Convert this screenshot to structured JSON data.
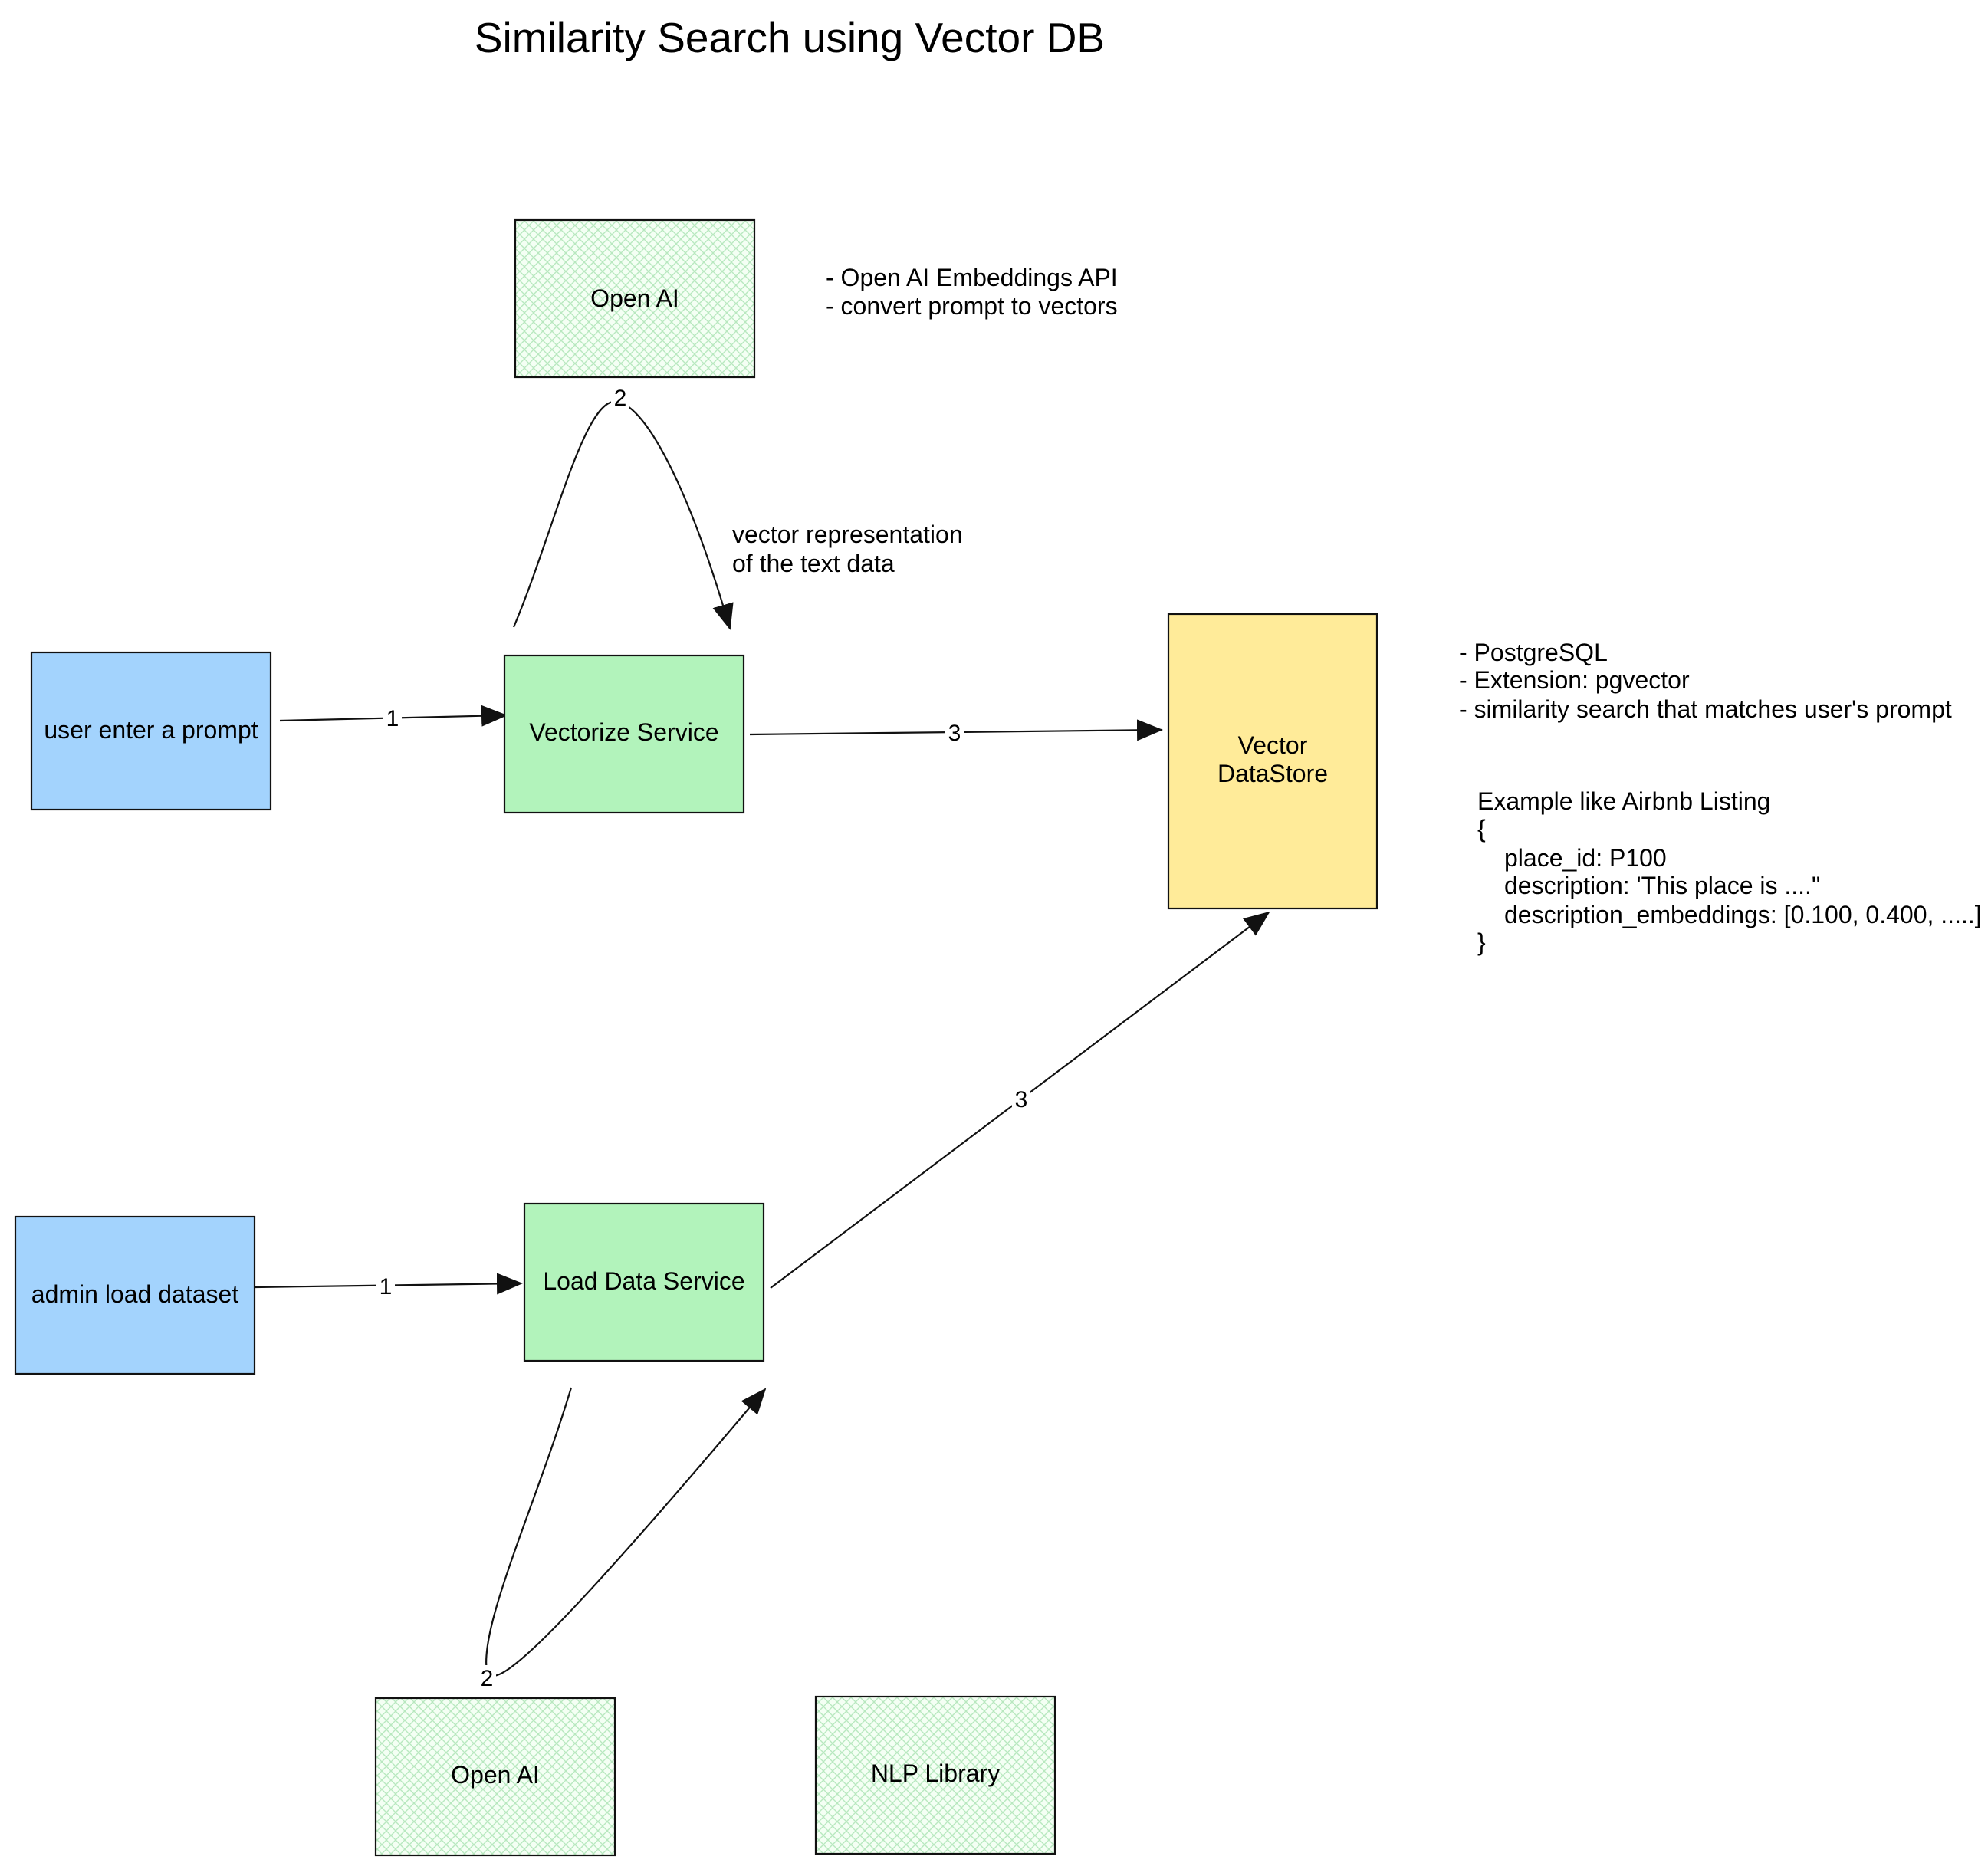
{
  "title": "Similarity Search using Vector DB",
  "colors": {
    "actor": "#a3d3fd",
    "service": "#b2f3bb",
    "datastore": "#ffeb99",
    "external_bg": "#f4fff4",
    "external_hatch": "#b8e8bf",
    "stroke": "#111111"
  },
  "boxes": {
    "openai_top": {
      "label": "Open AI"
    },
    "user_prompt": {
      "label": "user enter a prompt"
    },
    "vectorize_service": {
      "label": "Vectorize Service"
    },
    "vector_datastore": {
      "lines": [
        "Vector",
        "DataStore"
      ]
    },
    "admin_load": {
      "label": "admin load dataset"
    },
    "load_data_service": {
      "label": "Load Data Service"
    },
    "openai_bottom": {
      "label": "Open AI"
    },
    "nlp_library": {
      "label": "NLP Library"
    }
  },
  "notes": {
    "openai": [
      "- Open AI Embeddings API",
      "- convert prompt to vectors"
    ],
    "vector_repr": [
      "vector representation",
      "of the text data"
    ],
    "postgres": [
      "- PostgreSQL",
      "- Extension: pgvector",
      "- similarity search that matches user's prompt"
    ],
    "example": [
      "Example like Airbnb Listing",
      "{",
      "place_id: P100",
      "description: 'This place is ....\"",
      "description_embeddings: [0.100, 0.400, .....]",
      "}"
    ]
  },
  "edges": {
    "user_to_vectorize": "1",
    "vectorize_openai_loop": "2",
    "vectorize_to_store": "3",
    "admin_to_load": "1",
    "load_to_store": "3",
    "load_openai_loop": "2"
  }
}
